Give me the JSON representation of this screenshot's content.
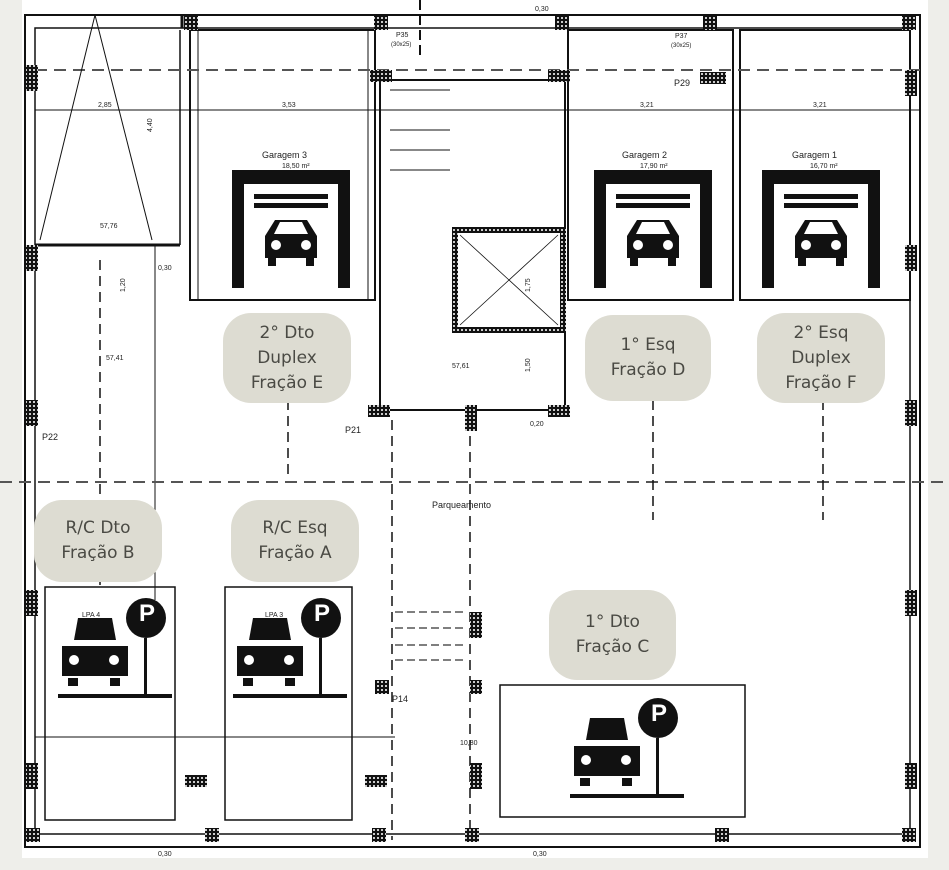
{
  "garages": [
    {
      "name": "Garagem 3",
      "area": "18,50 m²"
    },
    {
      "name": "Garagem 2",
      "area": "17,90 m²"
    },
    {
      "name": "Garagem 1",
      "area": "16,70 m²"
    }
  ],
  "dimensions": {
    "d1": "2,85",
    "d2": "3,53",
    "d3": "3,21",
    "d4": "3,21",
    "wall": "0,30",
    "wall2": "0,20",
    "h1": "1,20",
    "h2": "1,50",
    "h3": "1,75",
    "h4": "4,40",
    "long": "10,80"
  },
  "pillars": {
    "p35": "P35",
    "p35_size": "(30x25)",
    "p37": "P37",
    "p37_size": "(30x25)",
    "p29": "P29",
    "p21": "P21",
    "p22": "P22",
    "p14": "P14"
  },
  "levels": {
    "l1": "57,41",
    "l2": "57,61",
    "l3": "57,76"
  },
  "parking_label": "Parqueamento",
  "lpa": {
    "a": "LPA 4",
    "b": "LPA 3"
  },
  "parking_sign": "P",
  "units": [
    {
      "lines": [
        "2° Dto",
        "Duplex",
        "Fração E"
      ]
    },
    {
      "lines": [
        "1° Esq",
        "Fração D"
      ]
    },
    {
      "lines": [
        "2° Esq",
        "Duplex",
        "Fração F"
      ]
    },
    {
      "lines": [
        "R/C Dto",
        "Fração B"
      ]
    },
    {
      "lines": [
        "R/C Esq",
        "Fração A"
      ]
    },
    {
      "lines": [
        "1° Dto",
        "Fração C"
      ]
    }
  ],
  "colors": {
    "bubble": "#dddcd2",
    "ink": "#111111"
  }
}
